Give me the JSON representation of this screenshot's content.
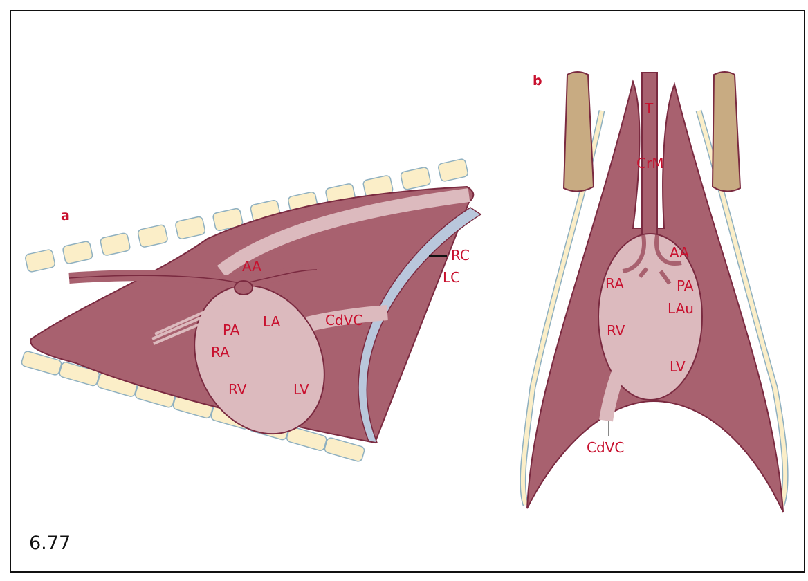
{
  "figure_number": "6.77",
  "panel_a": {
    "letter": "a",
    "labels": {
      "AA": "AA",
      "PA": "PA",
      "LA": "LA",
      "RA": "RA",
      "RV": "RV",
      "LV": "LV",
      "CdVC": "CdVC",
      "RC": "RC",
      "LC": "LC"
    }
  },
  "panel_b": {
    "letter": "b",
    "labels": {
      "T": "T",
      "CrM": "CrM",
      "AA": "AA",
      "RA": "RA",
      "PA": "PA",
      "LAu": "LAu",
      "RV": "RV",
      "LV": "LV",
      "CdVC": "CdVC"
    }
  },
  "colors": {
    "tissue": "#a8616f",
    "outline": "#7a2a40",
    "heart": "#dcbabe",
    "vertebra": "#fbeec8",
    "label": "#c8102e",
    "diaphragm": "#b9c7dc",
    "limb": "#c8ab82"
  }
}
